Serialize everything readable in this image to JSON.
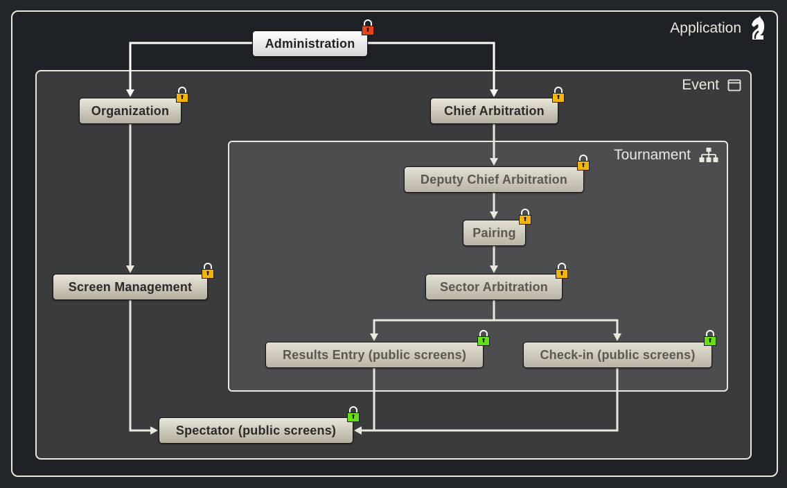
{
  "frames": {
    "application": {
      "title": "Application",
      "icon": "chess-knight-icon"
    },
    "event": {
      "title": "Event",
      "icon": "calendar-icon"
    },
    "tournament": {
      "title": "Tournament",
      "icon": "hierarchy-icon"
    }
  },
  "colors": {
    "frame_border": "#ece7db",
    "arrow": "#ece7db",
    "arrow_admin": "#ffffff",
    "lock_red": "#e8440f",
    "lock_orange": "#f4b400",
    "lock_green": "#63e211"
  },
  "nodes": [
    {
      "id": "administration",
      "label": "Administration",
      "lock": "red"
    },
    {
      "id": "organization",
      "label": "Organization",
      "lock": "orange"
    },
    {
      "id": "chief-arbitration",
      "label": "Chief Arbitration",
      "lock": "orange"
    },
    {
      "id": "deputy-chief-arbitration",
      "label": "Deputy Chief Arbitration",
      "lock": "orange"
    },
    {
      "id": "pairing",
      "label": "Pairing",
      "lock": "orange"
    },
    {
      "id": "screen-management",
      "label": "Screen Management",
      "lock": "orange"
    },
    {
      "id": "sector-arbitration",
      "label": "Sector Arbitration",
      "lock": "orange"
    },
    {
      "id": "results-entry",
      "label": "Results Entry (public screens)",
      "lock": "green"
    },
    {
      "id": "check-in",
      "label": "Check-in (public screens)",
      "lock": "green"
    },
    {
      "id": "spectator",
      "label": "Spectator (public screens)",
      "lock": "green"
    }
  ],
  "edges": [
    {
      "from": "administration",
      "to": "organization"
    },
    {
      "from": "administration",
      "to": "chief-arbitration"
    },
    {
      "from": "organization",
      "to": "screen-management"
    },
    {
      "from": "chief-arbitration",
      "to": "deputy-chief-arbitration"
    },
    {
      "from": "deputy-chief-arbitration",
      "to": "pairing"
    },
    {
      "from": "pairing",
      "to": "sector-arbitration"
    },
    {
      "from": "sector-arbitration",
      "to": "results-entry"
    },
    {
      "from": "sector-arbitration",
      "to": "check-in"
    },
    {
      "from": "screen-management",
      "to": "spectator"
    },
    {
      "from": "results-entry",
      "to": "spectator"
    },
    {
      "from": "check-in",
      "to": "spectator"
    }
  ]
}
